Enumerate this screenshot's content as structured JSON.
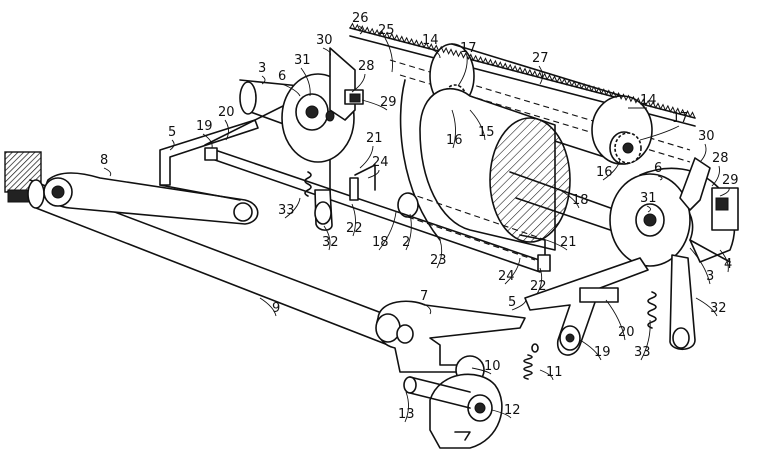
{
  "figure": {
    "labels": [
      "2",
      "3",
      "4",
      "5",
      "6",
      "7",
      "8",
      "9",
      "10",
      "11",
      "12",
      "13",
      "14",
      "15",
      "16",
      "17",
      "18",
      "19",
      "20",
      "21",
      "22",
      "23",
      "24",
      "25",
      "26",
      "27",
      "28",
      "29",
      "30",
      "31",
      "32",
      "33"
    ],
    "callouts": [
      {
        "id": "c26",
        "text": "26"
      },
      {
        "id": "c25",
        "text": "25"
      },
      {
        "id": "c14a",
        "text": "14"
      },
      {
        "id": "c17a",
        "text": "17"
      },
      {
        "id": "c27",
        "text": "27"
      },
      {
        "id": "c30a",
        "text": "30"
      },
      {
        "id": "c31a",
        "text": "31"
      },
      {
        "id": "c28a",
        "text": "28"
      },
      {
        "id": "c3a",
        "text": "3"
      },
      {
        "id": "c6a",
        "text": "6"
      },
      {
        "id": "c29a",
        "text": "29"
      },
      {
        "id": "c20a",
        "text": "20"
      },
      {
        "id": "c19a",
        "text": "19"
      },
      {
        "id": "c5a",
        "text": "5"
      },
      {
        "id": "c21a",
        "text": "21"
      },
      {
        "id": "c15",
        "text": "15"
      },
      {
        "id": "c16a",
        "text": "16"
      },
      {
        "id": "c14b",
        "text": "14"
      },
      {
        "id": "c17b",
        "text": "17"
      },
      {
        "id": "c30b",
        "text": "30"
      },
      {
        "id": "c16b",
        "text": "16"
      },
      {
        "id": "c28b",
        "text": "28"
      },
      {
        "id": "c6b",
        "text": "6"
      },
      {
        "id": "c29b",
        "text": "29"
      },
      {
        "id": "c31b",
        "text": "31"
      },
      {
        "id": "c8",
        "text": "8"
      },
      {
        "id": "c24a",
        "text": "24"
      },
      {
        "id": "c33a",
        "text": "33"
      },
      {
        "id": "c18a",
        "text": "18"
      },
      {
        "id": "c22a",
        "text": "22"
      },
      {
        "id": "c32a",
        "text": "32"
      },
      {
        "id": "c18b",
        "text": "18"
      },
      {
        "id": "c2",
        "text": "2"
      },
      {
        "id": "c23",
        "text": "23"
      },
      {
        "id": "c21b",
        "text": "21"
      },
      {
        "id": "c24b",
        "text": "24"
      },
      {
        "id": "c22b",
        "text": "22"
      },
      {
        "id": "c3b",
        "text": "3"
      },
      {
        "id": "c4",
        "text": "4"
      },
      {
        "id": "c9",
        "text": "9"
      },
      {
        "id": "c7",
        "text": "7"
      },
      {
        "id": "c5b",
        "text": "5"
      },
      {
        "id": "c32b",
        "text": "32"
      },
      {
        "id": "c20b",
        "text": "20"
      },
      {
        "id": "c19b",
        "text": "19"
      },
      {
        "id": "c33b",
        "text": "33"
      },
      {
        "id": "c10",
        "text": "10"
      },
      {
        "id": "c11",
        "text": "11"
      },
      {
        "id": "c12",
        "text": "12"
      },
      {
        "id": "c13",
        "text": "13"
      }
    ]
  }
}
